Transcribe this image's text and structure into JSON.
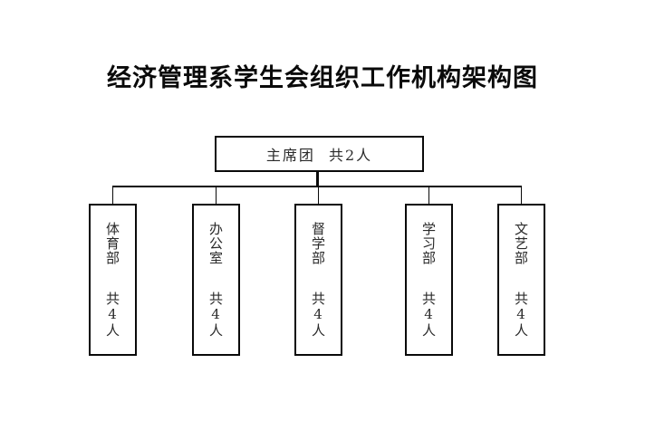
{
  "title": "经济管理系学生会组织工作机构架构图",
  "org_chart": {
    "type": "organization-chart",
    "line_color": "#0a0a0a",
    "box_background": "#ffffff",
    "root": {
      "name": "主席团",
      "count_text": "共2人",
      "label": "主席团 共2人"
    },
    "departments": [
      {
        "name": "体育部",
        "count_text": "共4人",
        "label": "体育部 共4人"
      },
      {
        "name": "办公室",
        "count_text": "共4人",
        "label": "办公室 共4人"
      },
      {
        "name": "督学部",
        "count_text": "共4人",
        "label": "督学部 共4人"
      },
      {
        "name": "学习部",
        "count_text": "共4人",
        "label": "学习部 共4人"
      },
      {
        "name": "文艺部",
        "count_text": "共4人",
        "label": "文艺部 共4人"
      }
    ]
  }
}
